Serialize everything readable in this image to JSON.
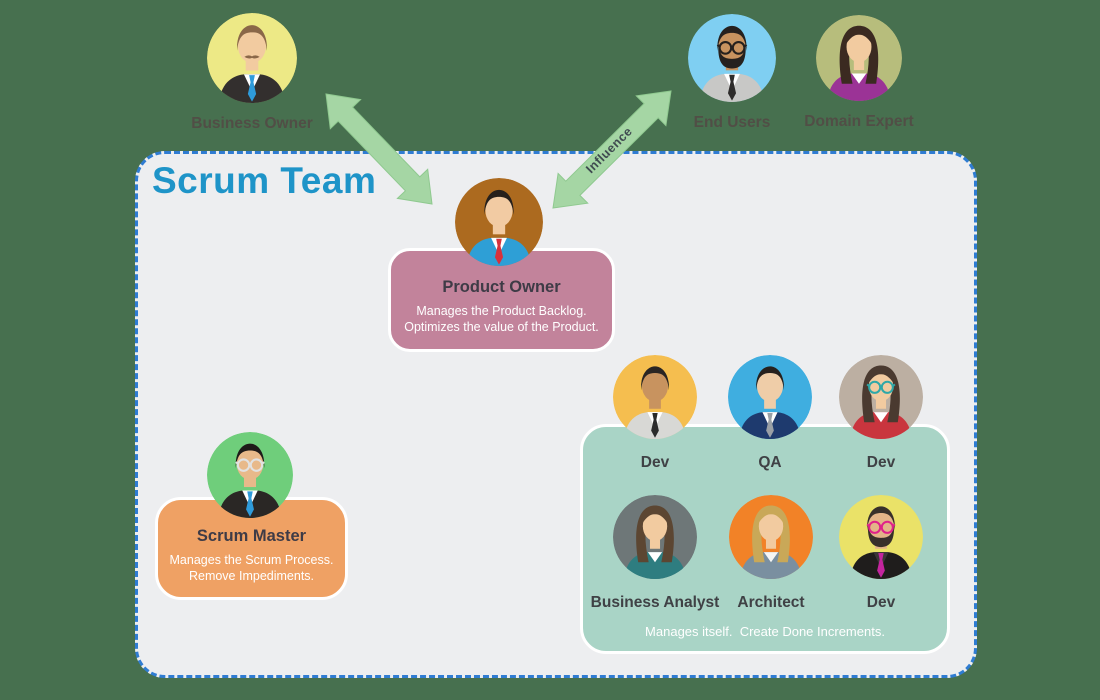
{
  "page": {
    "background": "#47704F"
  },
  "team": {
    "title": "Scrum Team",
    "title_color": "#1E94C8",
    "box_bg": "#EDEEF0",
    "box_border_color": "#2F7CD2"
  },
  "arrows": {
    "color": "#A5D6A4",
    "outline": "#8FC98F",
    "influence_label": "Influence",
    "influence_label_color": "#3F4A50"
  },
  "people": {
    "business_owner": {
      "label": "Business Owner",
      "avatar": {
        "bg": "#EDE986",
        "skin": "#F2CBA0",
        "hair": "#8A6748",
        "style": "m",
        "coat": "#332F2E",
        "shirt": "#FFFFFF",
        "tie": "#2E9BDB",
        "facial": "mustache"
      }
    },
    "end_users": {
      "label": "End Users",
      "avatar": {
        "bg": "#7FCFF2",
        "skin": "#C8935F",
        "hair": "#26211E",
        "style": "m",
        "coat": "#C8C8C6",
        "shirt": "#FFFFFF",
        "tie": "#2E2C2B",
        "facial": "beard",
        "glasses": "#26211E"
      }
    },
    "domain_expert": {
      "label": "Domain Expert",
      "avatar": {
        "bg": "#B7BD7C",
        "skin": "#F2CBA0",
        "hair": "#3B2A21",
        "style": "f",
        "coat": "#9B3396",
        "shirt": "#FFFFFF"
      }
    },
    "product_owner": {
      "avatar": {
        "bg": "#AC6A1F",
        "skin": "#F2CBA3",
        "hair": "#26201C",
        "style": "m",
        "coat": "#2E9FD6",
        "shirt": "#FFFFFF",
        "tie": "#D6313C"
      }
    },
    "scrum_master": {
      "avatar": {
        "bg": "#6FCE7B",
        "skin": "#E8B98A",
        "hair": "#1E1B19",
        "style": "m",
        "coat": "#2A2725",
        "shirt": "#FFFFFF",
        "tie": "#2E9BDB",
        "glasses": "#E2E2E2"
      }
    }
  },
  "cards": {
    "product_owner": {
      "bg": "#C2839B",
      "title": "Product Owner",
      "lines": [
        "Manages the Product Backlog.",
        "Optimizes the value of the Product."
      ]
    },
    "scrum_master": {
      "bg": "#EFA164",
      "title": "Scrum Master",
      "lines": [
        "Manages the Scrum Process.",
        "Remove Impediments."
      ]
    },
    "dev_team": {
      "bg": "#A9D4C6",
      "footer": "Manages itself.  Create Done Increments.",
      "members": [
        {
          "label": "Dev",
          "avatar": {
            "bg": "#F5BE4F",
            "skin": "#C8935F",
            "hair": "#2A2523",
            "style": "m",
            "coat": "#D8D8D5",
            "shirt": "#FFFFFF",
            "tie": "#2B2B2B"
          }
        },
        {
          "label": "QA",
          "avatar": {
            "bg": "#3FAEE0",
            "skin": "#EFCDA8",
            "hair": "#26211E",
            "style": "m",
            "coat": "#1E3A6E",
            "shirt": "#FFFFFF",
            "tie": "#9AA0A6"
          }
        },
        {
          "label": "Dev",
          "avatar": {
            "bg": "#BCAFA2",
            "skin": "#F2CBA0",
            "hair": "#4A3A30",
            "style": "f",
            "coat": "#C9353E",
            "shirt": "#FFFFFF",
            "glasses": "#2FA8A8"
          }
        },
        {
          "label": "Business Analyst",
          "avatar": {
            "bg": "#6E7778",
            "skin": "#F2CBA0",
            "hair": "#5C4632",
            "style": "f",
            "coat": "#2E7D80",
            "shirt": "#FFFFFF"
          }
        },
        {
          "label": "Architect",
          "avatar": {
            "bg": "#F28227",
            "skin": "#F2CBA0",
            "hair": "#C9A858",
            "style": "f",
            "coat": "#7A8FA0",
            "shirt": "#F6F6F4"
          }
        },
        {
          "label": "Dev",
          "avatar": {
            "bg": "#EAE268",
            "skin": "#E3B488",
            "hair": "#38302A",
            "style": "m",
            "coat": "#1F1D1C",
            "shirt": "#3A3637",
            "tie": "#C3259E",
            "facial": "beard",
            "glasses": "#E0218A"
          }
        }
      ]
    }
  }
}
